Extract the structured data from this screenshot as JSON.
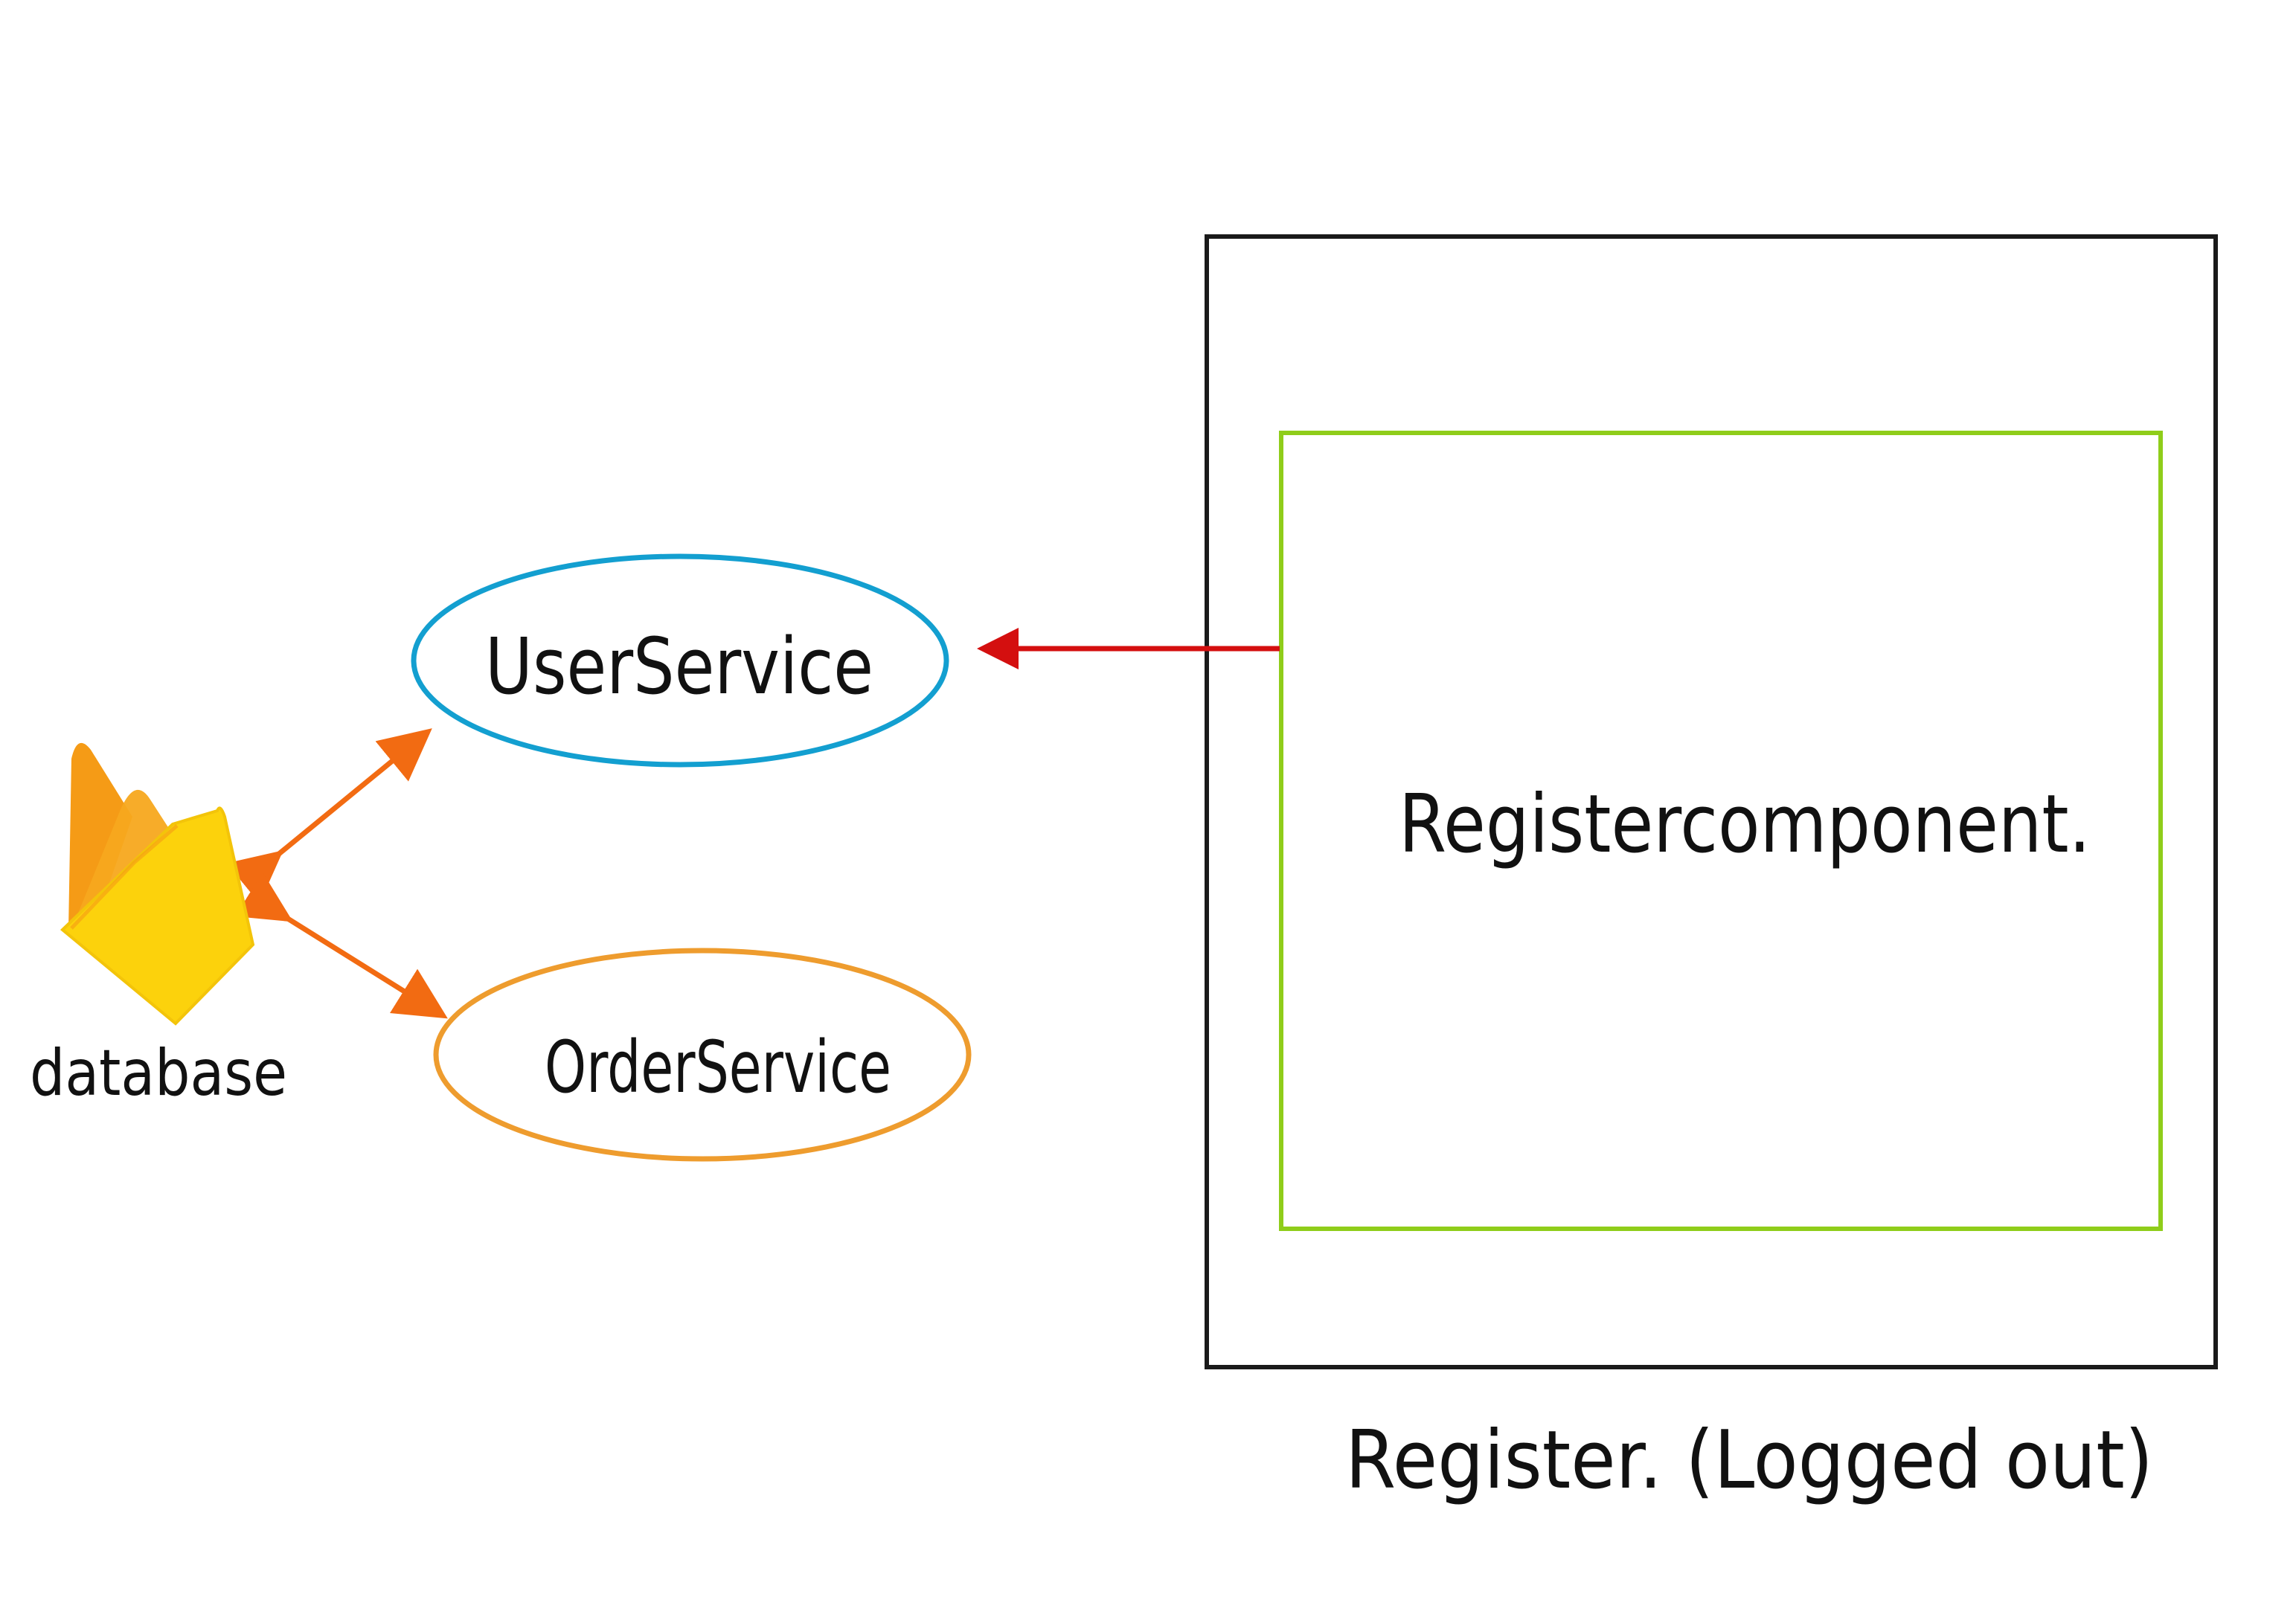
{
  "nodes": {
    "database": {
      "label": "database"
    },
    "user_service": {
      "label": "UserService"
    },
    "order_service": {
      "label": "OrderService"
    },
    "register_component": {
      "label": "Registercomponent."
    },
    "register_page": {
      "label": "Register. (Logged out)"
    }
  },
  "colors": {
    "page_frame": "#1a1a1a",
    "component_frame": "#8fcd1a",
    "user_service": "#139fd0",
    "order_service": "#ee9c2e",
    "db_arrow": "#f26b12",
    "component_arrow": "#d40f0f",
    "firebase_dark": "#f59b16",
    "firebase_mid": "#f7a81e",
    "firebase_light": "#fcd20c"
  },
  "icons": {
    "database": "firebase-flame-icon"
  }
}
